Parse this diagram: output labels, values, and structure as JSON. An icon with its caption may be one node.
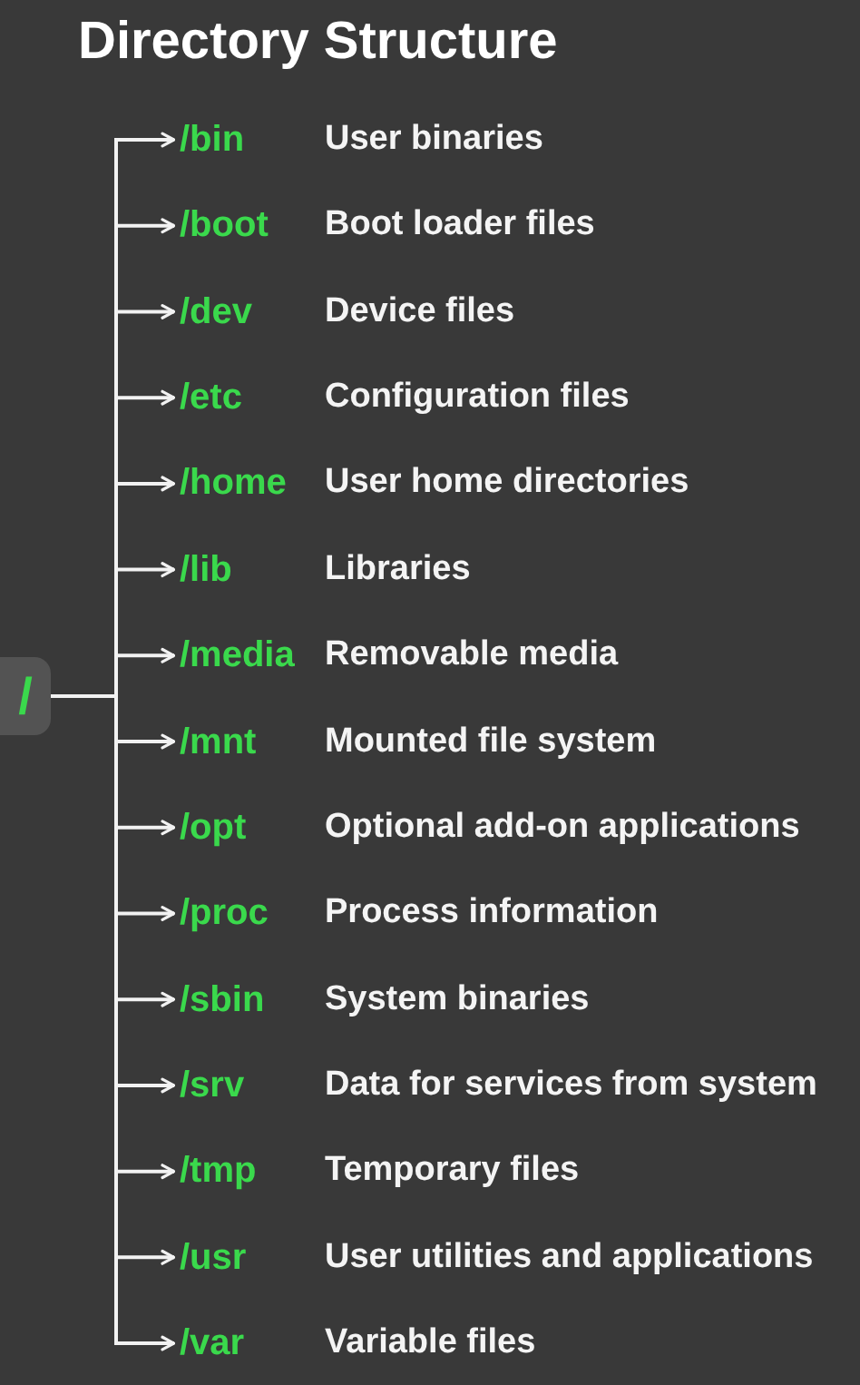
{
  "diagram": {
    "title": "Directory Structure",
    "nodes": [
      {
        "text": [
          "/"
        ]
      },
      {
        "text": [
          "/bin"
        ],
        "beside": [
          "User binaries"
        ]
      },
      {
        "text": [
          "/boot"
        ],
        "beside": [
          "Boot loader files"
        ]
      },
      {
        "text": [
          "/dev"
        ],
        "beside": [
          "Device files"
        ]
      },
      {
        "text": [
          "/etc"
        ],
        "beside": [
          "Configuration files"
        ]
      },
      {
        "text": [
          "/home"
        ],
        "beside": [
          "User home directories"
        ]
      },
      {
        "text": [
          "/lib"
        ],
        "beside": [
          "Libraries"
        ]
      },
      {
        "text": [
          "/media"
        ],
        "beside": [
          "Removable media"
        ]
      },
      {
        "text": [
          "/mnt"
        ],
        "beside": [
          "Mounted file system"
        ]
      },
      {
        "text": [
          "/opt"
        ],
        "beside": [
          "Optional add-on applications"
        ]
      },
      {
        "text": [
          "/proc"
        ],
        "beside": [
          "Process information"
        ]
      },
      {
        "text": [
          "/sbin"
        ],
        "beside": [
          "System binaries"
        ]
      },
      {
        "text": [
          "/srv"
        ],
        "beside": [
          "Data for services from system"
        ]
      },
      {
        "text": [
          "/tmp"
        ],
        "beside": [
          "Temporary files"
        ]
      },
      {
        "text": [
          "/usr"
        ],
        "beside": [
          "User utilities and applications"
        ]
      },
      {
        "text": [
          "/var"
        ],
        "beside": [
          "Variable files"
        ]
      }
    ],
    "edges": [
      {
        "from": 0,
        "to": 1,
        "arrow": "to"
      },
      {
        "from": 0,
        "to": 2,
        "arrow": "to"
      },
      {
        "from": 0,
        "to": 3,
        "arrow": "to"
      },
      {
        "from": 0,
        "to": 4,
        "arrow": "to"
      },
      {
        "from": 0,
        "to": 5,
        "arrow": "to"
      },
      {
        "from": 0,
        "to": 6,
        "arrow": "to"
      },
      {
        "from": 0,
        "to": 7,
        "arrow": "to"
      },
      {
        "from": 0,
        "to": 8,
        "arrow": "to"
      },
      {
        "from": 0,
        "to": 9,
        "arrow": "to"
      },
      {
        "from": 0,
        "to": 10,
        "arrow": "to"
      },
      {
        "from": 0,
        "to": 11,
        "arrow": "to"
      },
      {
        "from": 0,
        "to": 12,
        "arrow": "to"
      },
      {
        "from": 0,
        "to": 13,
        "arrow": "to"
      },
      {
        "from": 0,
        "to": 14,
        "arrow": "to"
      },
      {
        "from": 0,
        "to": 15,
        "arrow": "to"
      }
    ]
  }
}
